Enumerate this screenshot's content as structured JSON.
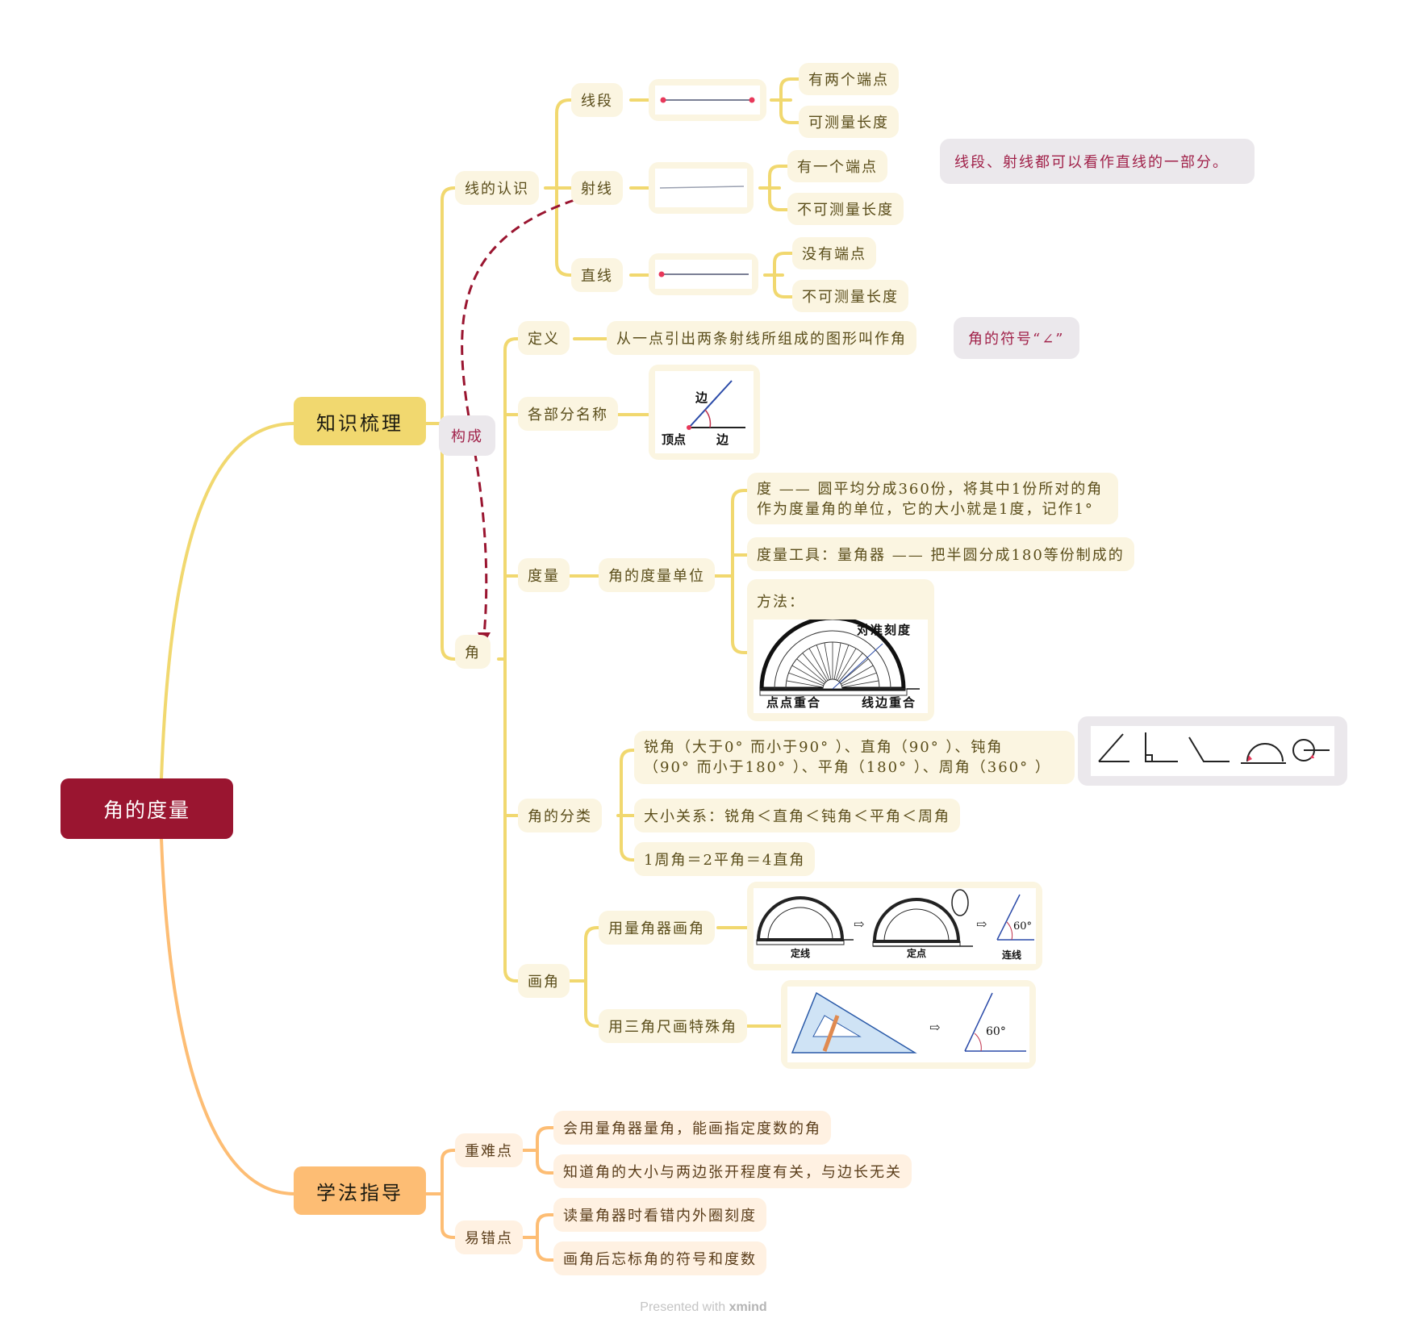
{
  "colors": {
    "root": "#9a1530",
    "branch_knowledge": "#f1d86f",
    "branch_method": "#fdbd74",
    "relation_arrow": "#9a1530",
    "note_text": "#a1224a"
  },
  "root": {
    "label": "角的度量"
  },
  "knowledge": {
    "label": "知识梳理",
    "relation_label": "构成",
    "lines": {
      "label": "线的认识",
      "segment": {
        "label": "线段",
        "image": "segment-with-two-endpoints",
        "props": [
          "有两个端点",
          "可测量长度"
        ]
      },
      "ray": {
        "label": "射线",
        "image": "ray-with-one-endpoint",
        "props": [
          "有一个端点",
          "不可测量长度"
        ]
      },
      "line": {
        "label": "直线",
        "image": "straight-line",
        "props": [
          "没有端点",
          "不可测量长度"
        ]
      },
      "note": "线段、射线都可以看作直线的一部分。"
    },
    "angle": {
      "label": "角",
      "definition": {
        "label": "定义",
        "text": "从一点引出两条射线所组成的图形叫作角",
        "note": "角的符号“∠”"
      },
      "parts": {
        "label": "各部分名称",
        "diagram_labels": {
          "side_top": "边",
          "vertex": "顶点",
          "side_bottom": "边"
        }
      },
      "measure": {
        "label": "度量",
        "unit_label": "角的度量单位",
        "degree_text": "度 —— 圆平均分成360份，将其中1份所对的角作为度量角的单位，它的大小就是1度，记作1°",
        "degree_line1": "度 —— 圆平均分成360份，将其中1份所对的角",
        "degree_line2": "作为度量角的单位，它的大小就是1度，记作1°",
        "tool_text": "度量工具：量角器 —— 把半圆分成180等份制成的",
        "method_label": "方法：",
        "method_image_labels": {
          "align_scale": "对准刻度",
          "point_match": "点点重合",
          "side_match": "线边重合"
        }
      },
      "classification": {
        "label": "角的分类",
        "types_line1": "锐角（大于0° 而小于90° ）、直角（90° ）、钝角",
        "types_line2": "（90° 而小于180° ）、平角（180° ）、周角（360° ）",
        "relation": "大小关系：锐角＜直角＜钝角＜平角＜周角",
        "equation": "1周角＝2平角＝4直角",
        "image": [
          "acute-angle",
          "right-angle",
          "obtuse-angle",
          "straight-angle",
          "full-angle"
        ]
      },
      "drawing": {
        "label": "画角",
        "protractor": {
          "label": "用量角器画角",
          "steps": [
            "定线",
            "定点",
            "连线"
          ],
          "angle_value": "60°"
        },
        "triangle": {
          "label": "用三角尺画特殊角",
          "angle_value": "60°"
        },
        "arrow_glyph": "⇨"
      }
    }
  },
  "method": {
    "label": "学法指导",
    "key_points": {
      "label": "重难点",
      "items": [
        "会用量角器量角，能画指定度数的角",
        "知道角的大小与两边张开程度有关，与边长无关"
      ]
    },
    "mistakes": {
      "label": "易错点",
      "items": [
        "读量角器时看错内外圈刻度",
        "画角后忘标角的符号和度数"
      ]
    }
  },
  "footer": {
    "prefix": "Presented with ",
    "brand": "xmind"
  }
}
